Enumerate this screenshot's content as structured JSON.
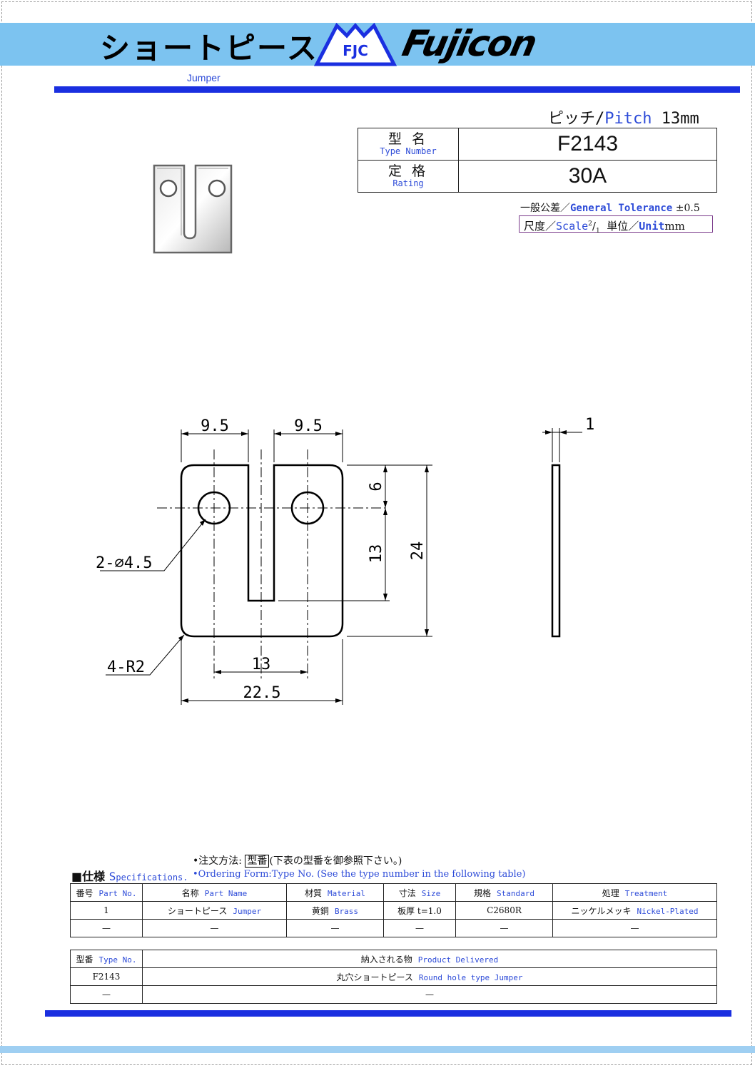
{
  "header": {
    "title": "ショートピース",
    "logo_fjc_text": "FJC",
    "brand_name": "Fujicon",
    "subtitle": "Jumper",
    "colors": {
      "band": "#7cc3f0",
      "bar": "#1a2fe0",
      "accent": "#2d4bd8"
    }
  },
  "pitch": {
    "jp": "ピッチ/",
    "en": "Pitch",
    "value": "13mm"
  },
  "type_table": {
    "type_label_jp": "型名",
    "type_label_en": "Type Number",
    "type_value": "F2143",
    "rating_label_jp": "定格",
    "rating_label_en": "Rating",
    "rating_value": "30A"
  },
  "tolerance": {
    "jp": "一般公差／",
    "en": "General Tolerance",
    "value": "±0.5"
  },
  "scale": {
    "jp_scale": "尺度／",
    "en_scale": "Scale",
    "num": "2",
    "den": "1",
    "jp_unit": "単位／",
    "en_unit": "Unit",
    "unit": "mm"
  },
  "photo_icon": "jumper-photo",
  "drawing": {
    "dim_slot_left": "9.5",
    "dim_slot_right": "9.5",
    "dim_hole": "2-∅4.5",
    "dim_6": "6",
    "dim_13_v": "13",
    "dim_24": "24",
    "dim_radius": "4-R2",
    "dim_13_h": "13",
    "dim_width": "22.5",
    "dim_thickness": "1"
  },
  "ordering": {
    "line1_prefix": "•注文方法: ",
    "line1_box": "型番",
    "line1_suffix": "(下表の型番を御参照下さい。)",
    "line2": "•Ordering Form:Type No.   (See the type number in the following table)"
  },
  "spec_heading": {
    "jp": "■仕様 ",
    "en_cap": "S",
    "en_rest": "pecifications."
  },
  "parts_table": {
    "headers": [
      {
        "jp": "番号",
        "en": "Part No."
      },
      {
        "jp": "名称",
        "en": "Part Name"
      },
      {
        "jp": "材質",
        "en": "Material"
      },
      {
        "jp": "寸法",
        "en": "Size"
      },
      {
        "jp": "規格",
        "en": "Standard"
      },
      {
        "jp": "処理",
        "en": "Treatment"
      }
    ],
    "rows": [
      [
        {
          "jp": "1",
          "en": ""
        },
        {
          "jp": "ショートピース",
          "en": "Jumper"
        },
        {
          "jp": "黄銅",
          "en": "Brass"
        },
        {
          "jp": "板厚 t=1.0",
          "en": ""
        },
        {
          "jp": "C2680R",
          "en": ""
        },
        {
          "jp": "ニッケルメッキ",
          "en": "Nickel-Plated"
        }
      ],
      [
        {
          "jp": "—",
          "en": ""
        },
        {
          "jp": "—",
          "en": ""
        },
        {
          "jp": "—",
          "en": ""
        },
        {
          "jp": "—",
          "en": ""
        },
        {
          "jp": "—",
          "en": ""
        },
        {
          "jp": "—",
          "en": ""
        }
      ]
    ]
  },
  "delivered_table": {
    "headers": [
      {
        "jp": "型番",
        "en": "Type No."
      },
      {
        "jp": "納入される物",
        "en": "Product Delivered"
      }
    ],
    "rows": [
      [
        {
          "jp": "F2143",
          "en": ""
        },
        {
          "jp": "丸穴ショートピース",
          "en": "Round hole type Jumper"
        }
      ],
      [
        {
          "jp": "—",
          "en": ""
        },
        {
          "jp": "—",
          "en": ""
        }
      ]
    ]
  }
}
